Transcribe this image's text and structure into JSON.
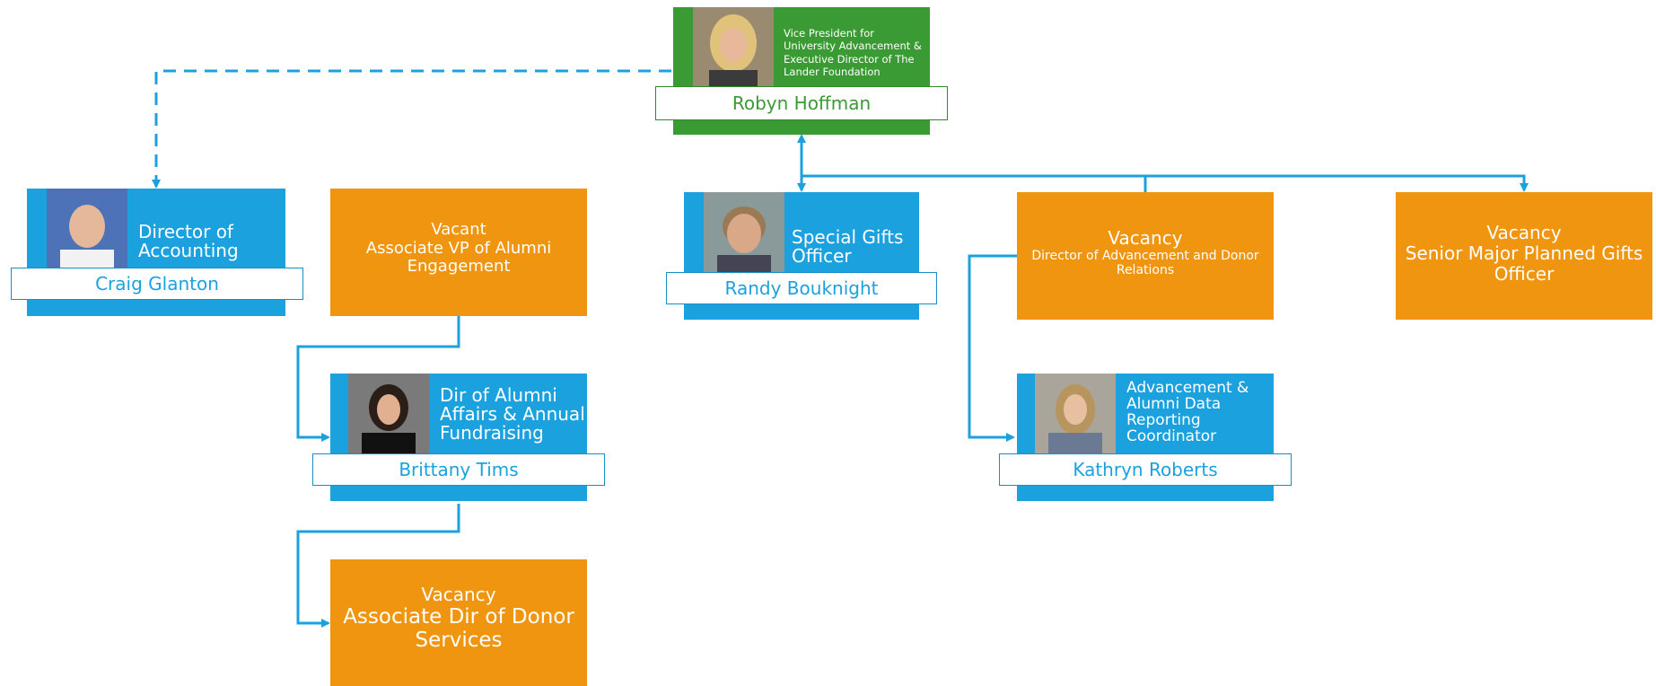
{
  "chart_data": {
    "type": "org-chart",
    "nodes": [
      {
        "id": "vp",
        "name": "Robyn Hoffman",
        "title": "Vice President for University Advancement & Executive Director of The Lander Foundation"
      },
      {
        "id": "acct",
        "name": "Craig Glanton",
        "title": "Director of Accounting"
      },
      {
        "id": "avp",
        "name": "",
        "title": "Associate VP of Alumni Engagement",
        "status": "Vacant"
      },
      {
        "id": "alumni",
        "name": "Brittany Tims",
        "title": "Dir of Alumni Affairs & Annual Fundraising"
      },
      {
        "id": "donorsvc",
        "name": "",
        "title": "Associate Dir of Donor Services",
        "status": "Vacancy"
      },
      {
        "id": "gifts",
        "name": "Randy Bouknight",
        "title": "Special Gifts Officer"
      },
      {
        "id": "adv",
        "name": "",
        "title": "Director of Advancement and Donor Relations",
        "status": "Vacancy"
      },
      {
        "id": "data",
        "name": "Kathryn Roberts",
        "title": "Advancement & Alumni Data Reporting Coordinator"
      },
      {
        "id": "senior",
        "name": "",
        "title": "Senior Major Planned Gifts Officer",
        "status": "Vacancy"
      }
    ],
    "edges": [
      {
        "from": "vp",
        "to": "acct",
        "style": "dashed"
      },
      {
        "from": "vp",
        "to": "gifts",
        "style": "solid"
      },
      {
        "from": "vp",
        "to": "adv",
        "style": "solid"
      },
      {
        "from": "vp",
        "to": "senior",
        "style": "solid"
      },
      {
        "from": "avp",
        "to": "alumni",
        "style": "solid"
      },
      {
        "from": "alumni",
        "to": "donorsvc",
        "style": "solid"
      },
      {
        "from": "adv",
        "to": "data",
        "style": "solid"
      }
    ],
    "colors": {
      "vp": "#3a9a33",
      "filled": "#1ca1df",
      "vacant": "#f0950f",
      "connector": "#1ca1df"
    }
  },
  "vp": {
    "title_lines": [
      "Vice President for",
      "University Advancement &",
      "Executive Director of The",
      "Lander Foundation"
    ],
    "name": "Robyn Hoffman"
  },
  "acct": {
    "title_lines": [
      "Director of",
      "Accounting"
    ],
    "name": "Craig Glanton"
  },
  "avp": {
    "status": "Vacant",
    "title_lines": [
      "Associate VP of Alumni",
      "Engagement"
    ]
  },
  "alumni": {
    "title_lines": [
      "Dir of Alumni",
      "Affairs & Annual",
      "Fundraising"
    ],
    "name": "Brittany Tims"
  },
  "donorsvc": {
    "status": "Vacancy",
    "title_lines": [
      "Associate Dir of Donor",
      "Services"
    ]
  },
  "gifts": {
    "title_lines": [
      "Special Gifts",
      "Officer"
    ],
    "name": "Randy Bouknight"
  },
  "adv": {
    "status": "Vacancy",
    "title_lines": [
      "Director of Advancement and Donor",
      "Relations"
    ]
  },
  "data": {
    "title_lines": [
      "Advancement &",
      "Alumni Data",
      "Reporting",
      "Coordinator"
    ],
    "name": "Kathryn Roberts"
  },
  "senior": {
    "status": "Vacancy",
    "title_lines": [
      "Senior Major Planned Gifts",
      "Officer"
    ]
  }
}
